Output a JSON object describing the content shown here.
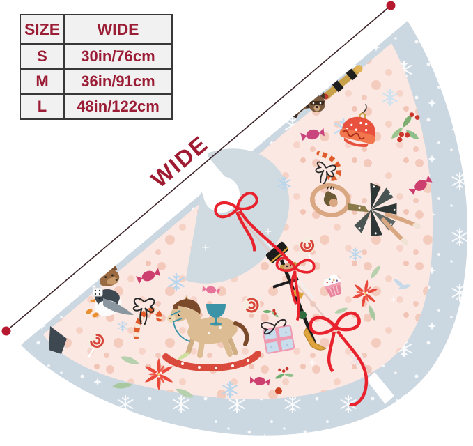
{
  "page": {
    "background": "#ffffff"
  },
  "size_chart": {
    "columns": [
      "SIZE",
      "WIDE"
    ],
    "rows": [
      {
        "size": "S",
        "wide": "30in/76cm"
      },
      {
        "size": "M",
        "wide": "36in/91cm"
      },
      {
        "size": "L",
        "wide": "48in/122cm"
      }
    ],
    "text_color": "#9b1d35",
    "cell_background": "#f1f1f1",
    "border_color": "#383838"
  },
  "measurement": {
    "label": "WIDE",
    "label_color": "#9e1b32",
    "line_color": "#3d2428",
    "endpoint_dot_color": "#b5182f"
  },
  "skirt": {
    "type": "christmas-tree-skirt",
    "colors": {
      "border_band": "#cbd7e1",
      "field": "#fce8e3",
      "center_zone": "#cfdae1",
      "polka_dots": "#f2c6b8",
      "ribbon_red": "#e8232e",
      "snowflake_blue": "#b9d6ec",
      "snowflake_white": "#ffffff"
    },
    "motifs": [
      "red-ribbon-bows",
      "rocking-horse",
      "ballerina",
      "nutcracker",
      "toy-soldier-staff",
      "raccoon",
      "fox",
      "penguin",
      "poinsettia",
      "holly",
      "candy-cane",
      "peppermint-swirl",
      "wrapped-candy",
      "gift-box",
      "cupcake",
      "santa-hat-ornament",
      "snowflakes",
      "polka-dots"
    ]
  }
}
